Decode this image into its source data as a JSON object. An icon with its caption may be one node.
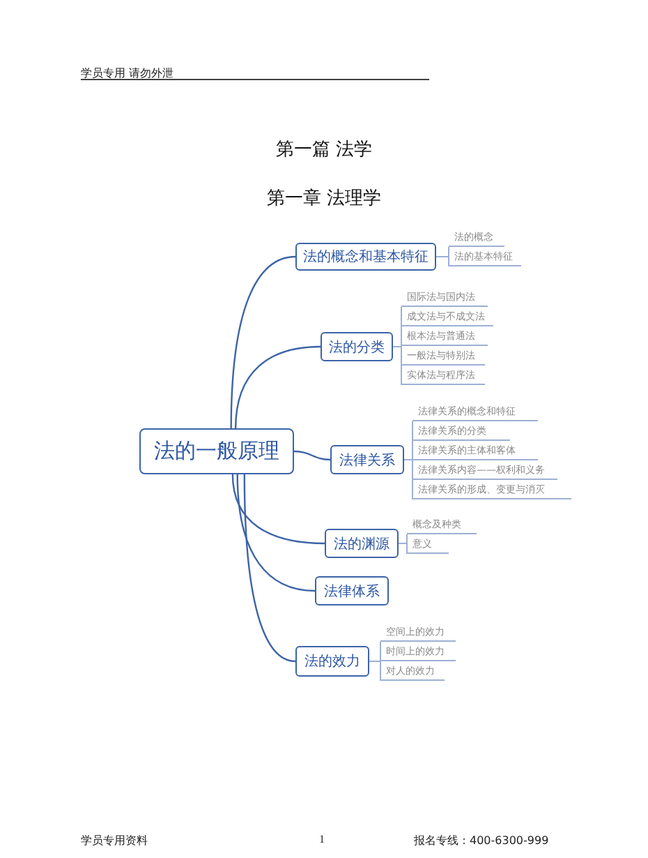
{
  "diagram": {
    "title": "第一篇 法学",
    "nodes": [
      {
        "text": [
          "法的一般原理"
        ]
      },
      {
        "text": [
          "法的概念和基本特征"
        ]
      },
      {
        "text": [
          "法的概念"
        ]
      },
      {
        "text": [
          "法的基本特征"
        ]
      },
      {
        "text": [
          "法的分类"
        ]
      },
      {
        "text": [
          "国际法与国内法"
        ]
      },
      {
        "text": [
          "成文法与不成文法"
        ]
      },
      {
        "text": [
          "根本法与普通法"
        ]
      },
      {
        "text": [
          "一般法与特别法"
        ]
      },
      {
        "text": [
          "实体法与程序法"
        ]
      },
      {
        "text": [
          "法律关系"
        ]
      },
      {
        "text": [
          "法律关系的概念和特征"
        ]
      },
      {
        "text": [
          "法律关系的分类"
        ]
      },
      {
        "text": [
          "法律关系的主体和客体"
        ]
      },
      {
        "text": [
          "法律关系内容——权利和义务"
        ]
      },
      {
        "text": [
          "法律关系的形成、变更与消灭"
        ]
      },
      {
        "text": [
          "法的渊源"
        ]
      },
      {
        "text": [
          "概念及种类"
        ]
      },
      {
        "text": [
          "意义"
        ]
      },
      {
        "text": [
          "法律体系"
        ]
      },
      {
        "text": [
          "法的效力"
        ]
      },
      {
        "text": [
          "空间上的效力"
        ]
      },
      {
        "text": [
          "时间上的效力"
        ]
      },
      {
        "text": [
          "对人的效力"
        ]
      }
    ],
    "edges": [
      {
        "from": 0,
        "to": 1,
        "arrow": "none",
        "color": "#3d64a8"
      },
      {
        "from": 0,
        "to": 4,
        "arrow": "none",
        "color": "#3d64a8"
      },
      {
        "from": 0,
        "to": 10,
        "arrow": "none",
        "color": "#3d64a8"
      },
      {
        "from": 0,
        "to": 16,
        "arrow": "none",
        "color": "#3d64a8"
      },
      {
        "from": 0,
        "to": 19,
        "arrow": "none",
        "color": "#3d64a8"
      },
      {
        "from": 0,
        "to": 20,
        "arrow": "none",
        "color": "#3d64a8"
      },
      {
        "from": 1,
        "to": 2,
        "arrow": "none"
      },
      {
        "from": 1,
        "to": 3,
        "arrow": "none"
      },
      {
        "from": 4,
        "to": 5,
        "arrow": "none"
      },
      {
        "from": 4,
        "to": 6,
        "arrow": "none"
      },
      {
        "from": 4,
        "to": 7,
        "arrow": "none"
      },
      {
        "from": 4,
        "to": 8,
        "arrow": "none"
      },
      {
        "from": 4,
        "to": 9,
        "arrow": "none"
      },
      {
        "from": 10,
        "to": 11,
        "arrow": "none"
      },
      {
        "from": 10,
        "to": 12,
        "arrow": "none"
      },
      {
        "from": 10,
        "to": 13,
        "arrow": "none"
      },
      {
        "from": 10,
        "to": 14,
        "arrow": "none"
      },
      {
        "from": 10,
        "to": 15,
        "arrow": "none"
      },
      {
        "from": 16,
        "to": 17,
        "arrow": "none"
      },
      {
        "from": 16,
        "to": 18,
        "arrow": "none"
      },
      {
        "from": 20,
        "to": 21,
        "arrow": "none"
      },
      {
        "from": 20,
        "to": 22,
        "arrow": "none"
      },
      {
        "from": 20,
        "to": 23,
        "arrow": "none"
      }
    ],
    "labels": [
      "学员专用 请勿外泄",
      "第一章 法理学",
      "学员专用资料",
      "1",
      "报名专线：400-6300-999"
    ]
  }
}
